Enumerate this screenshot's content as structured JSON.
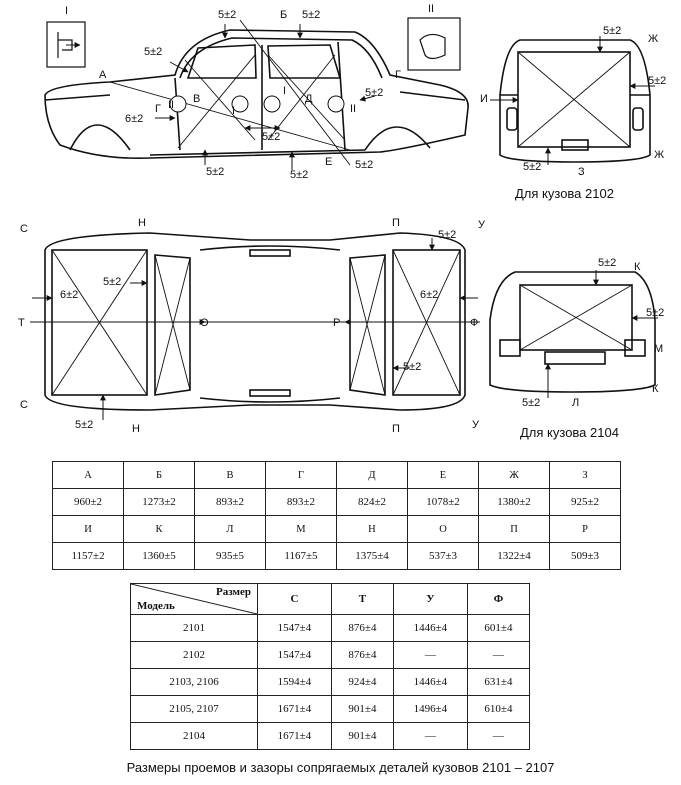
{
  "side_view": {
    "markers": [
      "I",
      "II"
    ],
    "letters": [
      "А",
      "Б",
      "В",
      "Г",
      "Д",
      "Е",
      "Г"
    ],
    "gaps": [
      "5±2",
      "5±2",
      "5±2",
      "6±2",
      "5±2",
      "5±2",
      "5±2",
      "5±2",
      "5±2"
    ],
    "roman": [
      "I",
      "I",
      "II",
      "II"
    ]
  },
  "rear_2102": {
    "caption": "Для кузова 2102",
    "letters": [
      "И",
      "Ж",
      "Ж",
      "З"
    ],
    "gaps": [
      "5±2",
      "5±2",
      "5±2"
    ]
  },
  "top_view": {
    "letters": [
      "С",
      "С",
      "Н",
      "Н",
      "П",
      "П",
      "У",
      "У",
      "Т",
      "О",
      "Р",
      "Ф"
    ],
    "gaps": [
      "6±2",
      "5±2",
      "5±2",
      "5±2",
      "6±2",
      "5±2"
    ]
  },
  "rear_2104": {
    "caption": "Для кузова 2104",
    "letters": [
      "К",
      "К",
      "М",
      "Л"
    ],
    "gaps": [
      "5±2",
      "5±2",
      "5±2"
    ]
  },
  "dimensions": {
    "row1_headers": [
      "А",
      "Б",
      "В",
      "Г",
      "Д",
      "Е",
      "Ж",
      "З"
    ],
    "row1_values": [
      "960±2",
      "1273±2",
      "893±2",
      "893±2",
      "824±2",
      "1078±2",
      "1380±2",
      "925±2"
    ],
    "row2_headers": [
      "И",
      "К",
      "Л",
      "М",
      "Н",
      "О",
      "П",
      "Р"
    ],
    "row2_values": [
      "1157±2",
      "1360±5",
      "935±5",
      "1167±5",
      "1375±4",
      "537±3",
      "1322±4",
      "509±3"
    ]
  },
  "model_table": {
    "header_size": "Размер",
    "header_model": "Модель",
    "columns": [
      "С",
      "Т",
      "У",
      "Ф"
    ],
    "rows": [
      {
        "model": "2101",
        "values": [
          "1547±4",
          "876±4",
          "1446±4",
          "601±4"
        ]
      },
      {
        "model": "2102",
        "values": [
          "1547±4",
          "876±4",
          "—",
          "—"
        ]
      },
      {
        "model": "2103, 2106",
        "values": [
          "1594±4",
          "924±4",
          "1446±4",
          "631±4"
        ]
      },
      {
        "model": "2105, 2107",
        "values": [
          "1671±4",
          "901±4",
          "1496±4",
          "610±4"
        ]
      },
      {
        "model": "2104",
        "values": [
          "1671±4",
          "901±4",
          "—",
          "—"
        ]
      }
    ]
  },
  "caption": "Размеры проемов и зазоры сопрягаемых деталей кузовов 2101 – 2107"
}
